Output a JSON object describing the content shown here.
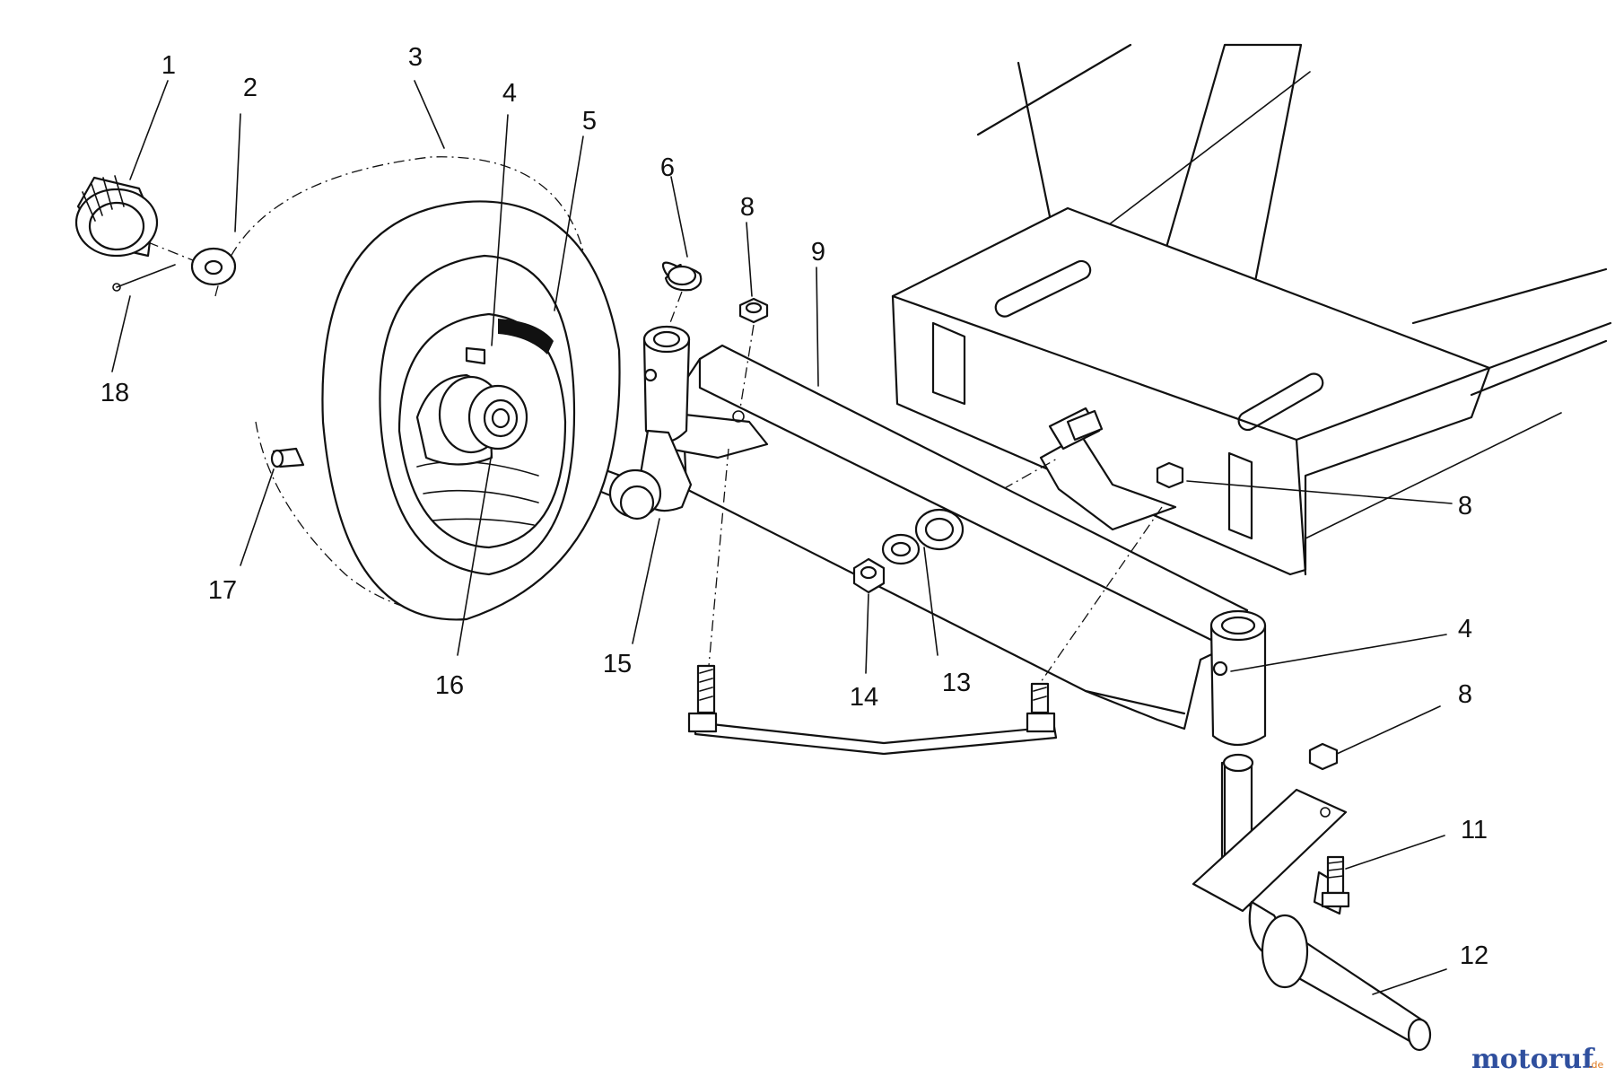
{
  "callouts": [
    {
      "id": "c1",
      "label": "1"
    },
    {
      "id": "c2",
      "label": "2"
    },
    {
      "id": "c3",
      "label": "3"
    },
    {
      "id": "c4a",
      "label": "4"
    },
    {
      "id": "c5",
      "label": "5"
    },
    {
      "id": "c6",
      "label": "6"
    },
    {
      "id": "c8a",
      "label": "8"
    },
    {
      "id": "c9",
      "label": "9"
    },
    {
      "id": "c18",
      "label": "18"
    },
    {
      "id": "c8b",
      "label": "8"
    },
    {
      "id": "c17",
      "label": "17"
    },
    {
      "id": "c15",
      "label": "15"
    },
    {
      "id": "c16",
      "label": "16"
    },
    {
      "id": "c14",
      "label": "14"
    },
    {
      "id": "c13",
      "label": "13"
    },
    {
      "id": "c4b",
      "label": "4"
    },
    {
      "id": "c8c",
      "label": "8"
    },
    {
      "id": "c11",
      "label": "11"
    },
    {
      "id": "c12",
      "label": "12"
    }
  ],
  "watermark": {
    "text": "motoruf",
    "suffix": ".de",
    "color_primary": "#2f4f9e",
    "color_accent": "#e07a1f"
  }
}
